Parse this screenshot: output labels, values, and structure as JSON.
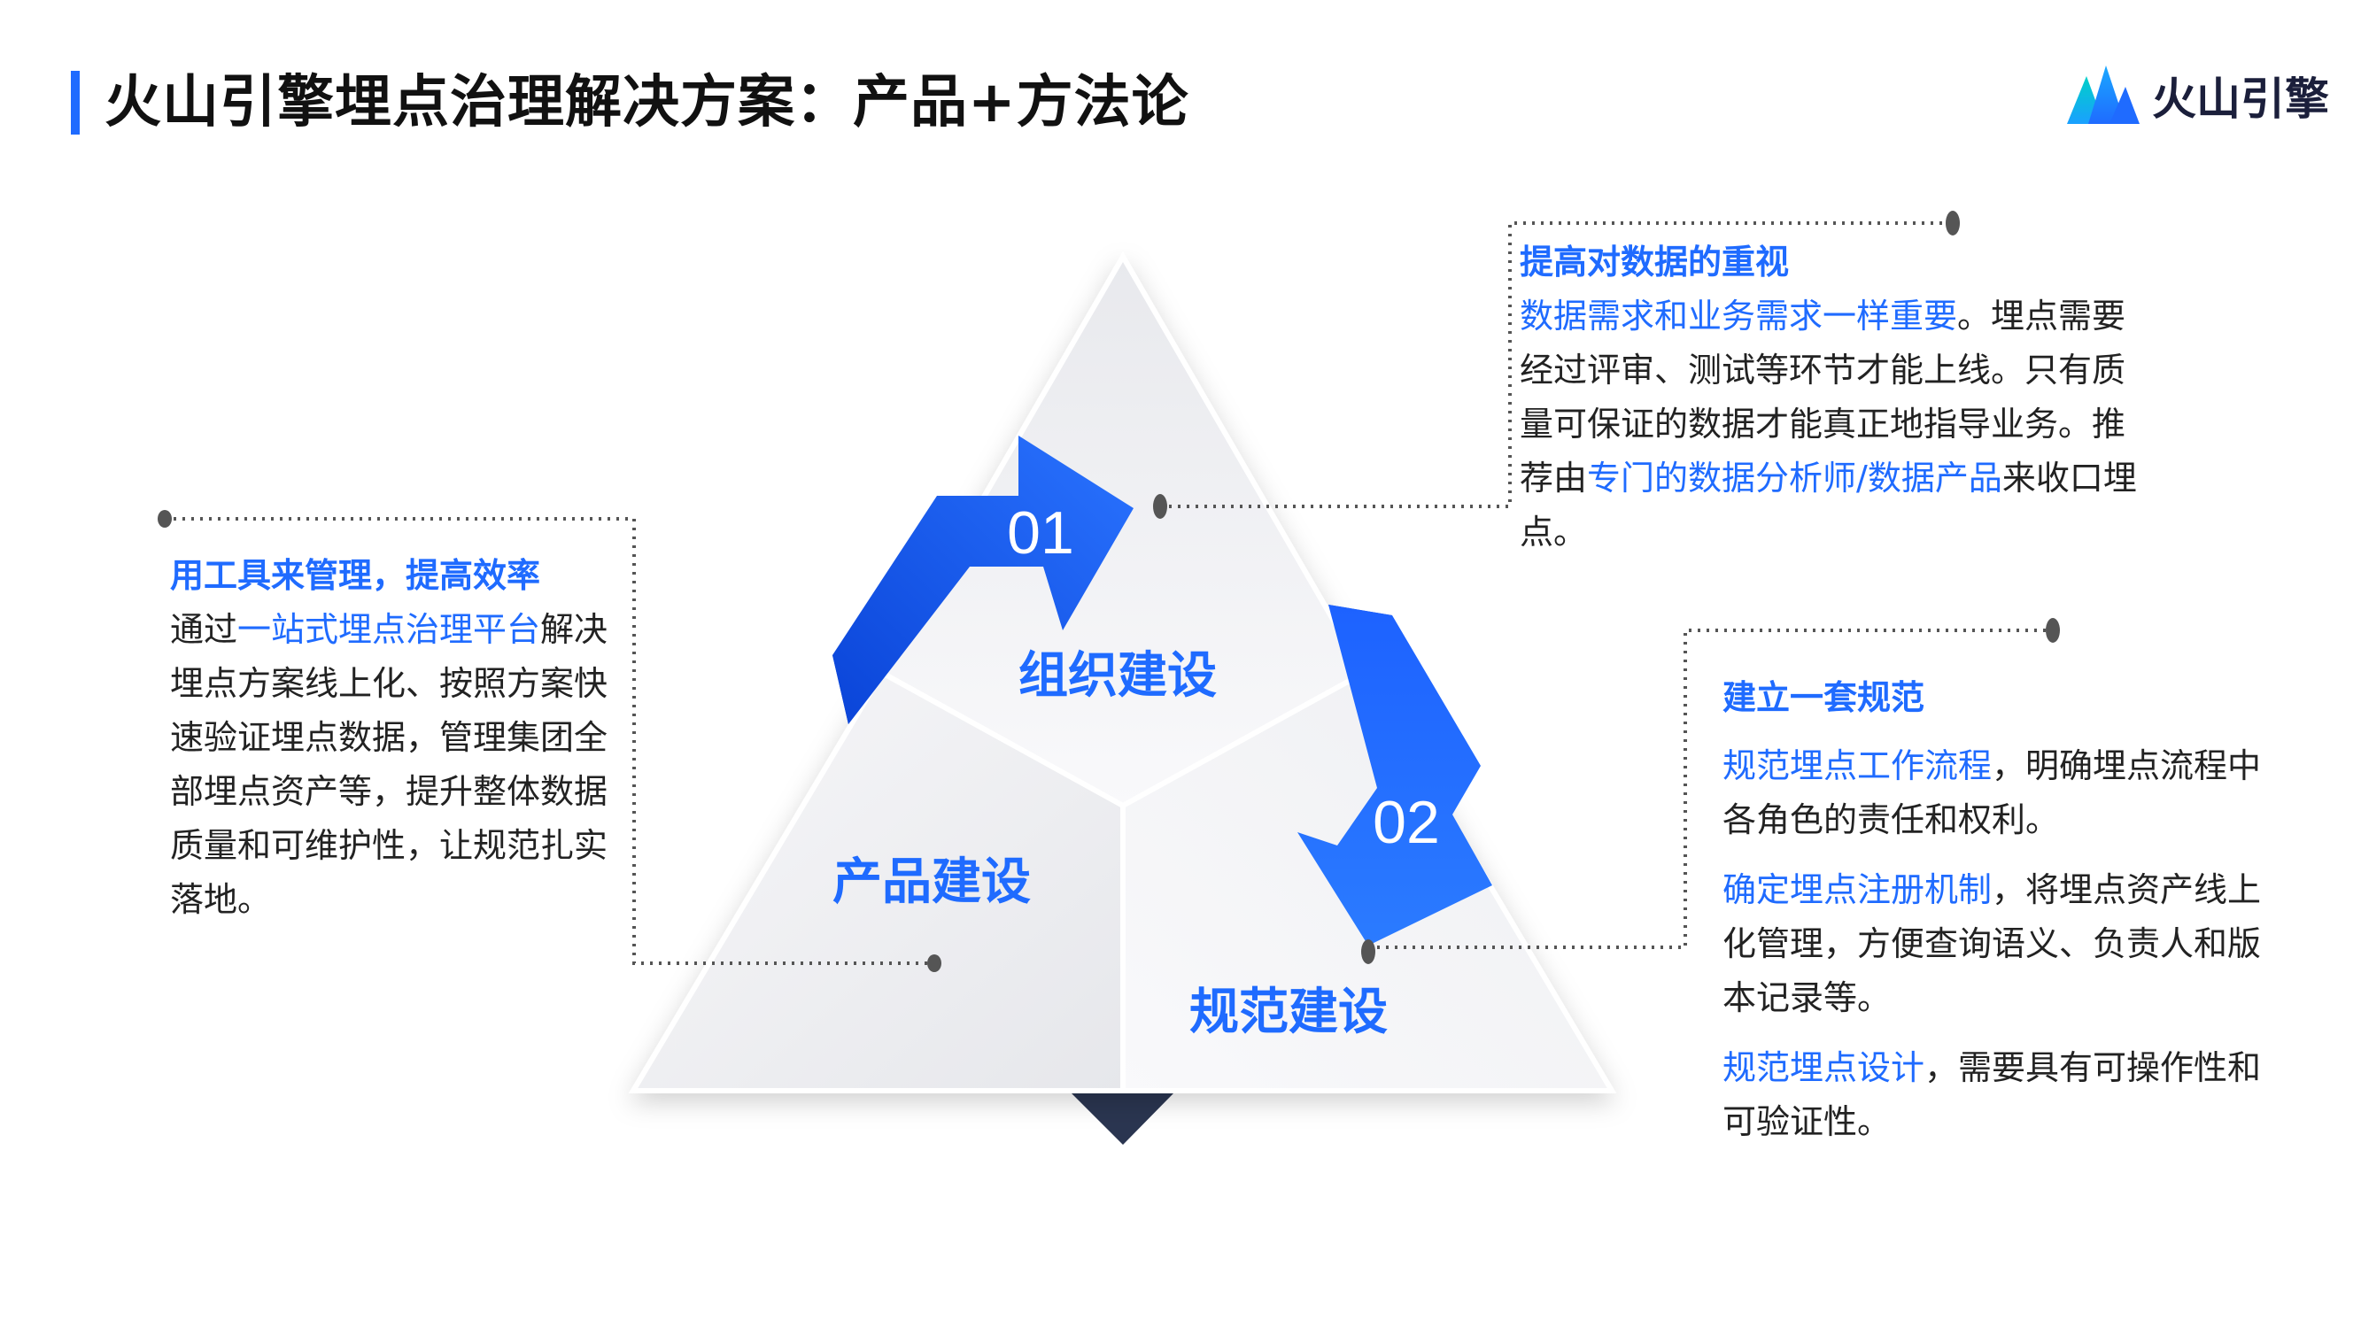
{
  "header": {
    "title": "火山引擎埋点治理解决方案：产品+方法论",
    "logo_text": "火山引擎",
    "logo_icon": "volcano-mountain-icon"
  },
  "diagram": {
    "segments": {
      "top": "组织建设",
      "left": "产品建设",
      "right": "规范建设"
    },
    "arrows": {
      "first": "01",
      "second": "02"
    }
  },
  "panels": {
    "left": {
      "heading": "用工具来管理，提高效率",
      "t1": "通过",
      "h1": "一站式埋点治理平台",
      "t2": "解决埋点方案线上化、按照方案快速验证埋点数据，管理集团全部埋点资产等，提升整体数据质量和可维护性，让规范扎实落地。"
    },
    "top": {
      "heading": "提高对数据的重视",
      "h1": "数据需求和业务需求一样重要",
      "t1": "。埋点需要经过评审、测试等环节才能上线。只有质量可保证的数据才能真正地指导业务。推荐由",
      "h2": "专门的数据分析师/数据产品",
      "t2": "来收口埋点。"
    },
    "right": {
      "heading": "建立一套规范",
      "items": [
        {
          "highlight": "规范埋点工作流程",
          "text": "，明确埋点流程中各角色的责任和权利。"
        },
        {
          "highlight": "确定埋点注册机制",
          "text": "，将埋点资产线上化管理，方便查询语义、负责人和版本记录等。"
        },
        {
          "highlight": "规范埋点设计",
          "text": "，需要具有可操作性和可验证性。"
        }
      ]
    }
  },
  "colors": {
    "accent": "#1f6bff",
    "arrow_dark": "#0b3fd1",
    "base_dark": "#2a3550",
    "connector": "#555555"
  }
}
